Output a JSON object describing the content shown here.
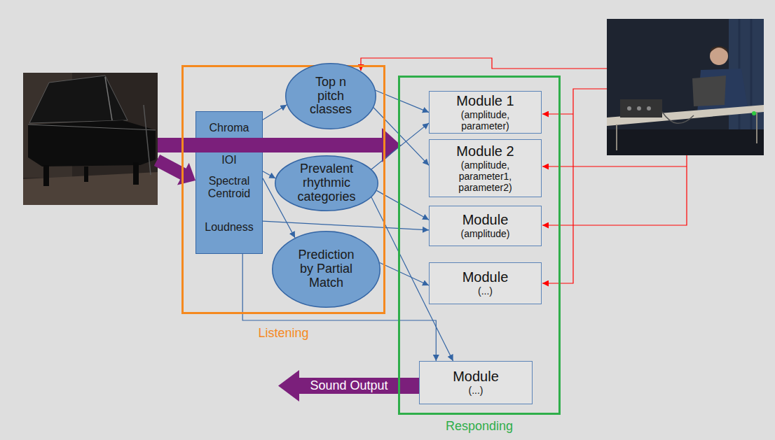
{
  "diagram": {
    "nodes": [
      {
        "text": [
          "Listening"
        ]
      },
      {
        "text": [
          "Chroma",
          "IOI",
          "Spectral Centroid",
          "Loudness"
        ],
        "in": 0
      },
      {
        "text": [
          "Top n pitch classes"
        ],
        "in": 0
      },
      {
        "text": [
          "Prevalent rhythmic categories"
        ],
        "in": 0
      },
      {
        "text": [
          "Prediction by Partial Match"
        ],
        "in": 0
      },
      {
        "text": [
          "Responding"
        ]
      },
      {
        "text": [
          "Module 1",
          "(amplitude, parameter)"
        ],
        "in": 5
      },
      {
        "text": [
          "Module 2",
          "(amplitude, parameter1, parameter2)"
        ],
        "in": 5
      },
      {
        "text": [
          "Module",
          "(amplitude)"
        ],
        "in": 5
      },
      {
        "text": [
          "Module",
          "(...)"
        ],
        "in": 5
      },
      {
        "text": [
          "Module",
          "(...)"
        ],
        "in": 5
      }
    ],
    "edges": [
      {
        "from": 1,
        "to": 2,
        "arrow": "to"
      },
      {
        "from": 1,
        "to": 3,
        "arrow": "to"
      },
      {
        "from": 1,
        "to": 4,
        "arrow": "to"
      },
      {
        "from": 1,
        "to": 8,
        "arrow": "to"
      },
      {
        "from": 2,
        "to": 6,
        "arrow": "to"
      },
      {
        "from": 2,
        "to": 7,
        "arrow": "to"
      },
      {
        "from": 3,
        "to": 6,
        "arrow": "to"
      },
      {
        "from": 3,
        "to": 8,
        "arrow": "to"
      },
      {
        "from": 4,
        "to": 9,
        "arrow": "to"
      },
      {
        "from": 1,
        "to": 10,
        "arrow": "to"
      },
      {
        "from": 3,
        "to": 10,
        "arrow": "to"
      }
    ],
    "labels": [
      "Sound Output"
    ]
  }
}
